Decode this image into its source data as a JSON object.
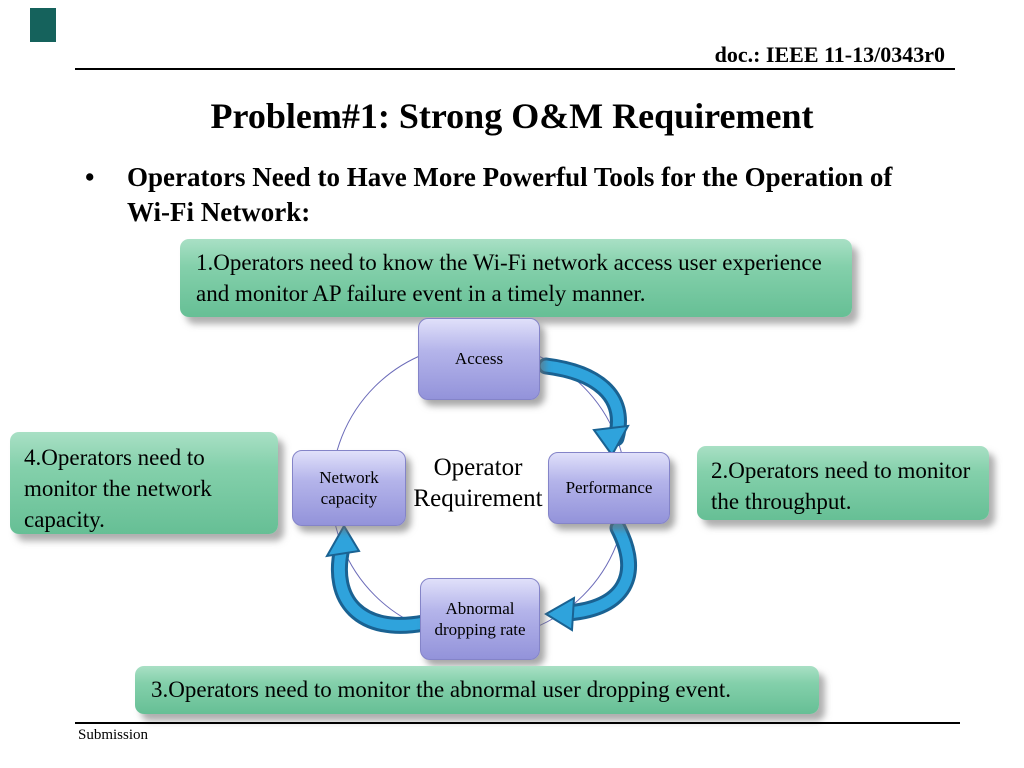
{
  "header": {
    "doc_ref": "doc.: IEEE 11-13/0343r0"
  },
  "slide": {
    "title": "Problem#1: Strong O&M Requirement",
    "bullet_marker": "•",
    "bullet": "Operators Need to Have More Powerful Tools for the Operation of Wi-Fi Network:"
  },
  "callouts": {
    "note1": "1.Operators need to know the Wi-Fi network access user experience and monitor AP failure event in a timely manner.",
    "note2": "2.Operators need to monitor the throughput.",
    "note3": "3.Operators need to monitor the abnormal user dropping event.",
    "note4": "4.Operators need to monitor the network capacity."
  },
  "diagram": {
    "center": "Operator Requirement",
    "nodes": [
      {
        "id": "access",
        "label": "Access"
      },
      {
        "id": "performance",
        "label": "Performance"
      },
      {
        "id": "abnormal-dropping-rate",
        "label": "Abnormal dropping rate"
      },
      {
        "id": "network-capacity",
        "label": "Network capacity"
      }
    ]
  },
  "footer": {
    "label": "Submission"
  },
  "colors": {
    "callout_green_top": "#a9e0c5",
    "callout_green_bottom": "#66bf95",
    "node_purple_top": "#e0e0fa",
    "node_purple_bottom": "#9393da",
    "arrow_fill": "#2fa3dc",
    "arrow_outline": "#1a6292",
    "accent_block": "#15625c",
    "circle_outline": "#6a6ab8"
  }
}
